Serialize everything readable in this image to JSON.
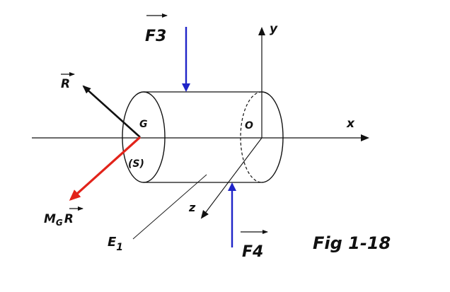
{
  "labels": {
    "f3": "F3",
    "f3_sub": "3",
    "f4": "F4",
    "f4_sub": "4",
    "r": "R",
    "g": "G",
    "o": "O",
    "s": "(S)",
    "x": "x",
    "y": "y",
    "z": "z",
    "e1": "E",
    "e1_sub": "1",
    "mg": "M",
    "mg_sub": "G",
    "mg_r": "R"
  },
  "caption": "Fig 1-18",
  "colors": {
    "force": "#1f24c8",
    "moment": "#e2231a",
    "resultant": "#111111",
    "line": "#111111"
  }
}
